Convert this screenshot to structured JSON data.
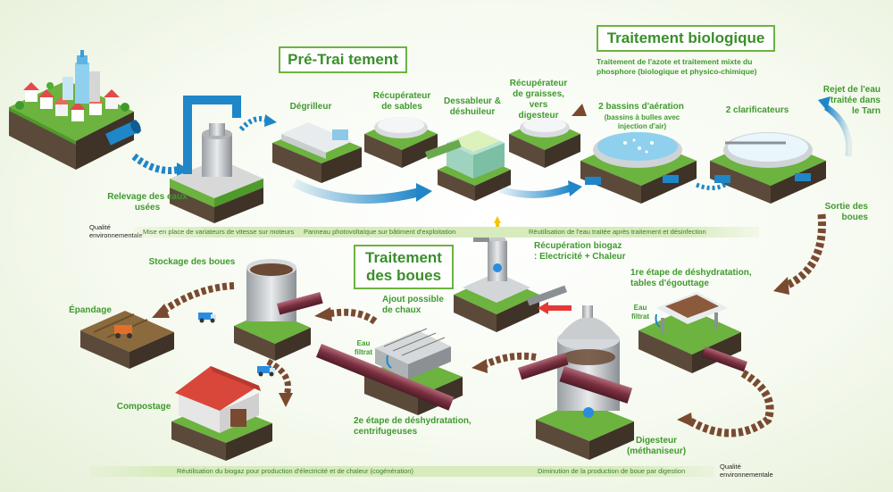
{
  "titles": {
    "pretraitement": "Pré-Trai tement",
    "biologique": "Traitement biologique",
    "boues": "Traitement des boues"
  },
  "bio_description": "Traitement de l'azote et traitement mixte du phosphore (biologique et physico-chimique)",
  "labels": {
    "relevage": "Relevage des eaux usées",
    "degrilleur": "Dégrilleur",
    "recup_sables": "Récupérateur de sables",
    "dessableur": "Dessableur & déshuileur",
    "recup_graisses": "Récupérateur de graisses, vers digesteur",
    "bassins": "2 bassins d'aération",
    "bassins_sub": "(bassins à bulles avec injection d'air)",
    "clarificateurs": "2 clarificateurs",
    "rejet": "Rejet de l'eau traitée dans le Tarn",
    "sortie_boues": "Sortie des boues",
    "biogaz": "Récupération biogaz : Electricité + Chaleur",
    "egouttage": "1re étape de déshydratation, tables d'égouttage",
    "eau_filtrat_1": "Eau filtrat",
    "eau_filtrat_2": "Eau filtrat",
    "digesteur": "Digesteur (méthaniseur)",
    "centrifugeuses": "2e étape de déshydratation, centrifugeuses",
    "chaux": "Ajout possible de chaux",
    "stockage": "Stockage des boues",
    "epandage": "Épandage",
    "compostage": "Compostage"
  },
  "quality_top": {
    "label": "Qualité environnementale",
    "items": [
      "Mise en place de variateurs de vitesse sur moteurs",
      "Panneau photovoltaïque sur bâtiment d'exploitation",
      "Réutilisation de l'eau traitée après traitement et désinfection"
    ]
  },
  "quality_bottom": {
    "label": "Qualité environnementale",
    "items": [
      "Réutilisation du biogaz pour production d'électricité et de chaleur (cogénération)",
      "Diminution de la production de boue par digestion"
    ]
  },
  "colors": {
    "green_text": "#3f9a2e",
    "water_arrow": "#1f86c8",
    "sludge_arrow": "#7a4a30",
    "grass": "#6cb33f",
    "soil": "#5b4a3a"
  }
}
